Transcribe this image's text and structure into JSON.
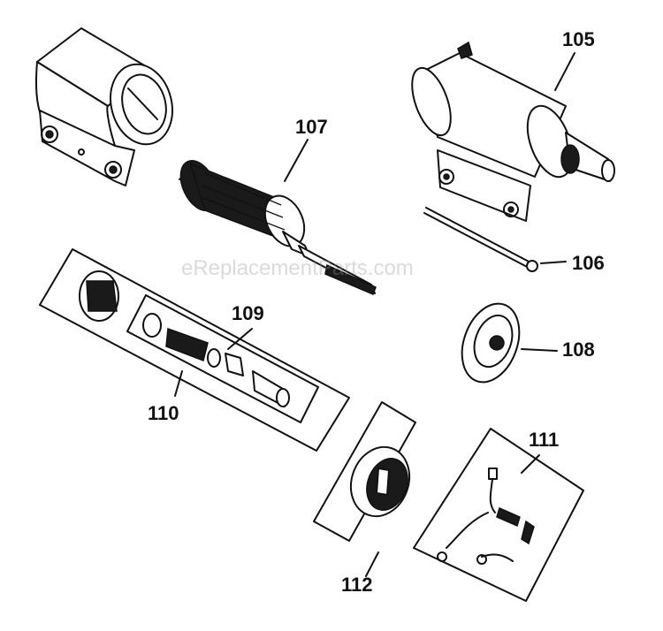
{
  "watermark": "eReplacementParts.com",
  "callouts": [
    {
      "id": "105",
      "text": "105"
    },
    {
      "id": "106",
      "text": "106"
    },
    {
      "id": "107",
      "text": "107"
    },
    {
      "id": "108",
      "text": "108"
    },
    {
      "id": "109",
      "text": "109"
    },
    {
      "id": "110",
      "text": "110"
    },
    {
      "id": "111",
      "text": "111"
    },
    {
      "id": "112",
      "text": "112"
    }
  ]
}
